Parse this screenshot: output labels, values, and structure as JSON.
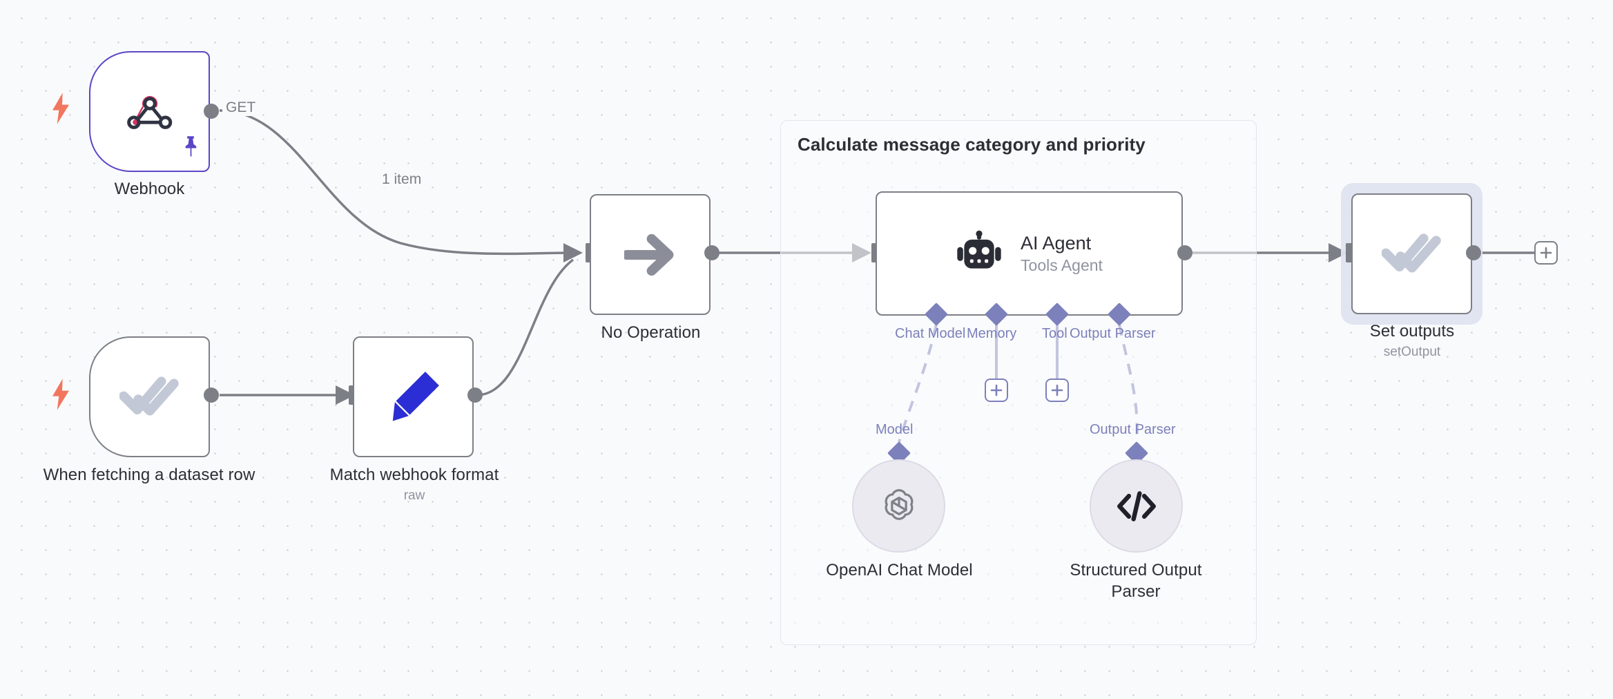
{
  "canvas": {
    "background_color": "#f9fafb",
    "grid_dot_color": "#c9ccd4"
  },
  "colors": {
    "node_border": "#7d7f87",
    "webhook_accent": "#5c45c7",
    "trigger_bolt": "#f2765e",
    "ai_connector": "#7c80bb",
    "selection_halo": "#dfe3f0",
    "pin_icon": "#5c45c7",
    "pencil_icon": "#2b2ed4",
    "noop_arrow": "#8b8e99",
    "check_icon": "#c3c8d6"
  },
  "group": {
    "title": "Calculate message category and priority"
  },
  "nodes": [
    {
      "id": "webhook",
      "label": "Webhook",
      "sublabel": "",
      "icon": "webhook-icon",
      "is_trigger": true,
      "is_pinned": true,
      "output_port_label": "GET"
    },
    {
      "id": "when-fetching-dataset-row",
      "label": "When fetching a dataset row",
      "sublabel": "",
      "icon": "double-check-icon",
      "is_trigger": true,
      "is_pinned": false,
      "output_port_label": ""
    },
    {
      "id": "match-webhook-format",
      "label": "Match webhook format",
      "sublabel": "raw",
      "icon": "pencil-icon",
      "is_trigger": false,
      "is_pinned": false,
      "output_port_label": ""
    },
    {
      "id": "no-operation",
      "label": "No Operation",
      "sublabel": "",
      "icon": "arrow-right-icon",
      "is_trigger": false,
      "is_pinned": false,
      "output_port_label": ""
    },
    {
      "id": "ai-agent",
      "label": "AI Agent",
      "sublabel": "Tools Agent",
      "icon": "robot-icon",
      "is_trigger": false,
      "is_pinned": false,
      "output_port_label": ""
    },
    {
      "id": "set-outputs",
      "label": "Set outputs",
      "sublabel": "setOutput",
      "icon": "double-check-icon",
      "is_trigger": false,
      "is_pinned": false,
      "selected": true,
      "output_port_label": ""
    }
  ],
  "subnodes": [
    {
      "id": "openai-chat-model",
      "label": "OpenAI Chat Model",
      "icon": "openai-icon",
      "connector_label": "Model"
    },
    {
      "id": "structured-output-parser",
      "label": "Structured Output Parser",
      "icon": "code-brackets-icon",
      "connector_label": "Output Parser"
    }
  ],
  "agent_connectors": [
    {
      "id": "chat-model",
      "label": "Chat Model",
      "has_plus": false
    },
    {
      "id": "memory",
      "label": "Memory",
      "has_plus": true
    },
    {
      "id": "tool",
      "label": "Tool",
      "has_plus": true
    },
    {
      "id": "output-parser",
      "label": "Output Parser",
      "has_plus": false
    }
  ],
  "edges": [
    {
      "id": "webhook-to-noop",
      "label": "1 item",
      "source": "webhook",
      "target": "no-operation"
    },
    {
      "id": "dataset-to-match",
      "label": "",
      "source": "when-fetching-dataset-row",
      "target": "match-webhook-format"
    },
    {
      "id": "match-to-noop",
      "label": "",
      "source": "match-webhook-format",
      "target": "no-operation"
    },
    {
      "id": "noop-to-agent",
      "label": "",
      "source": "no-operation",
      "target": "ai-agent"
    },
    {
      "id": "agent-to-setoutputs",
      "label": "",
      "source": "ai-agent",
      "target": "set-outputs"
    }
  ],
  "add_buttons": {
    "tail_label": "+",
    "memory_label": "+",
    "tool_label": "+"
  }
}
